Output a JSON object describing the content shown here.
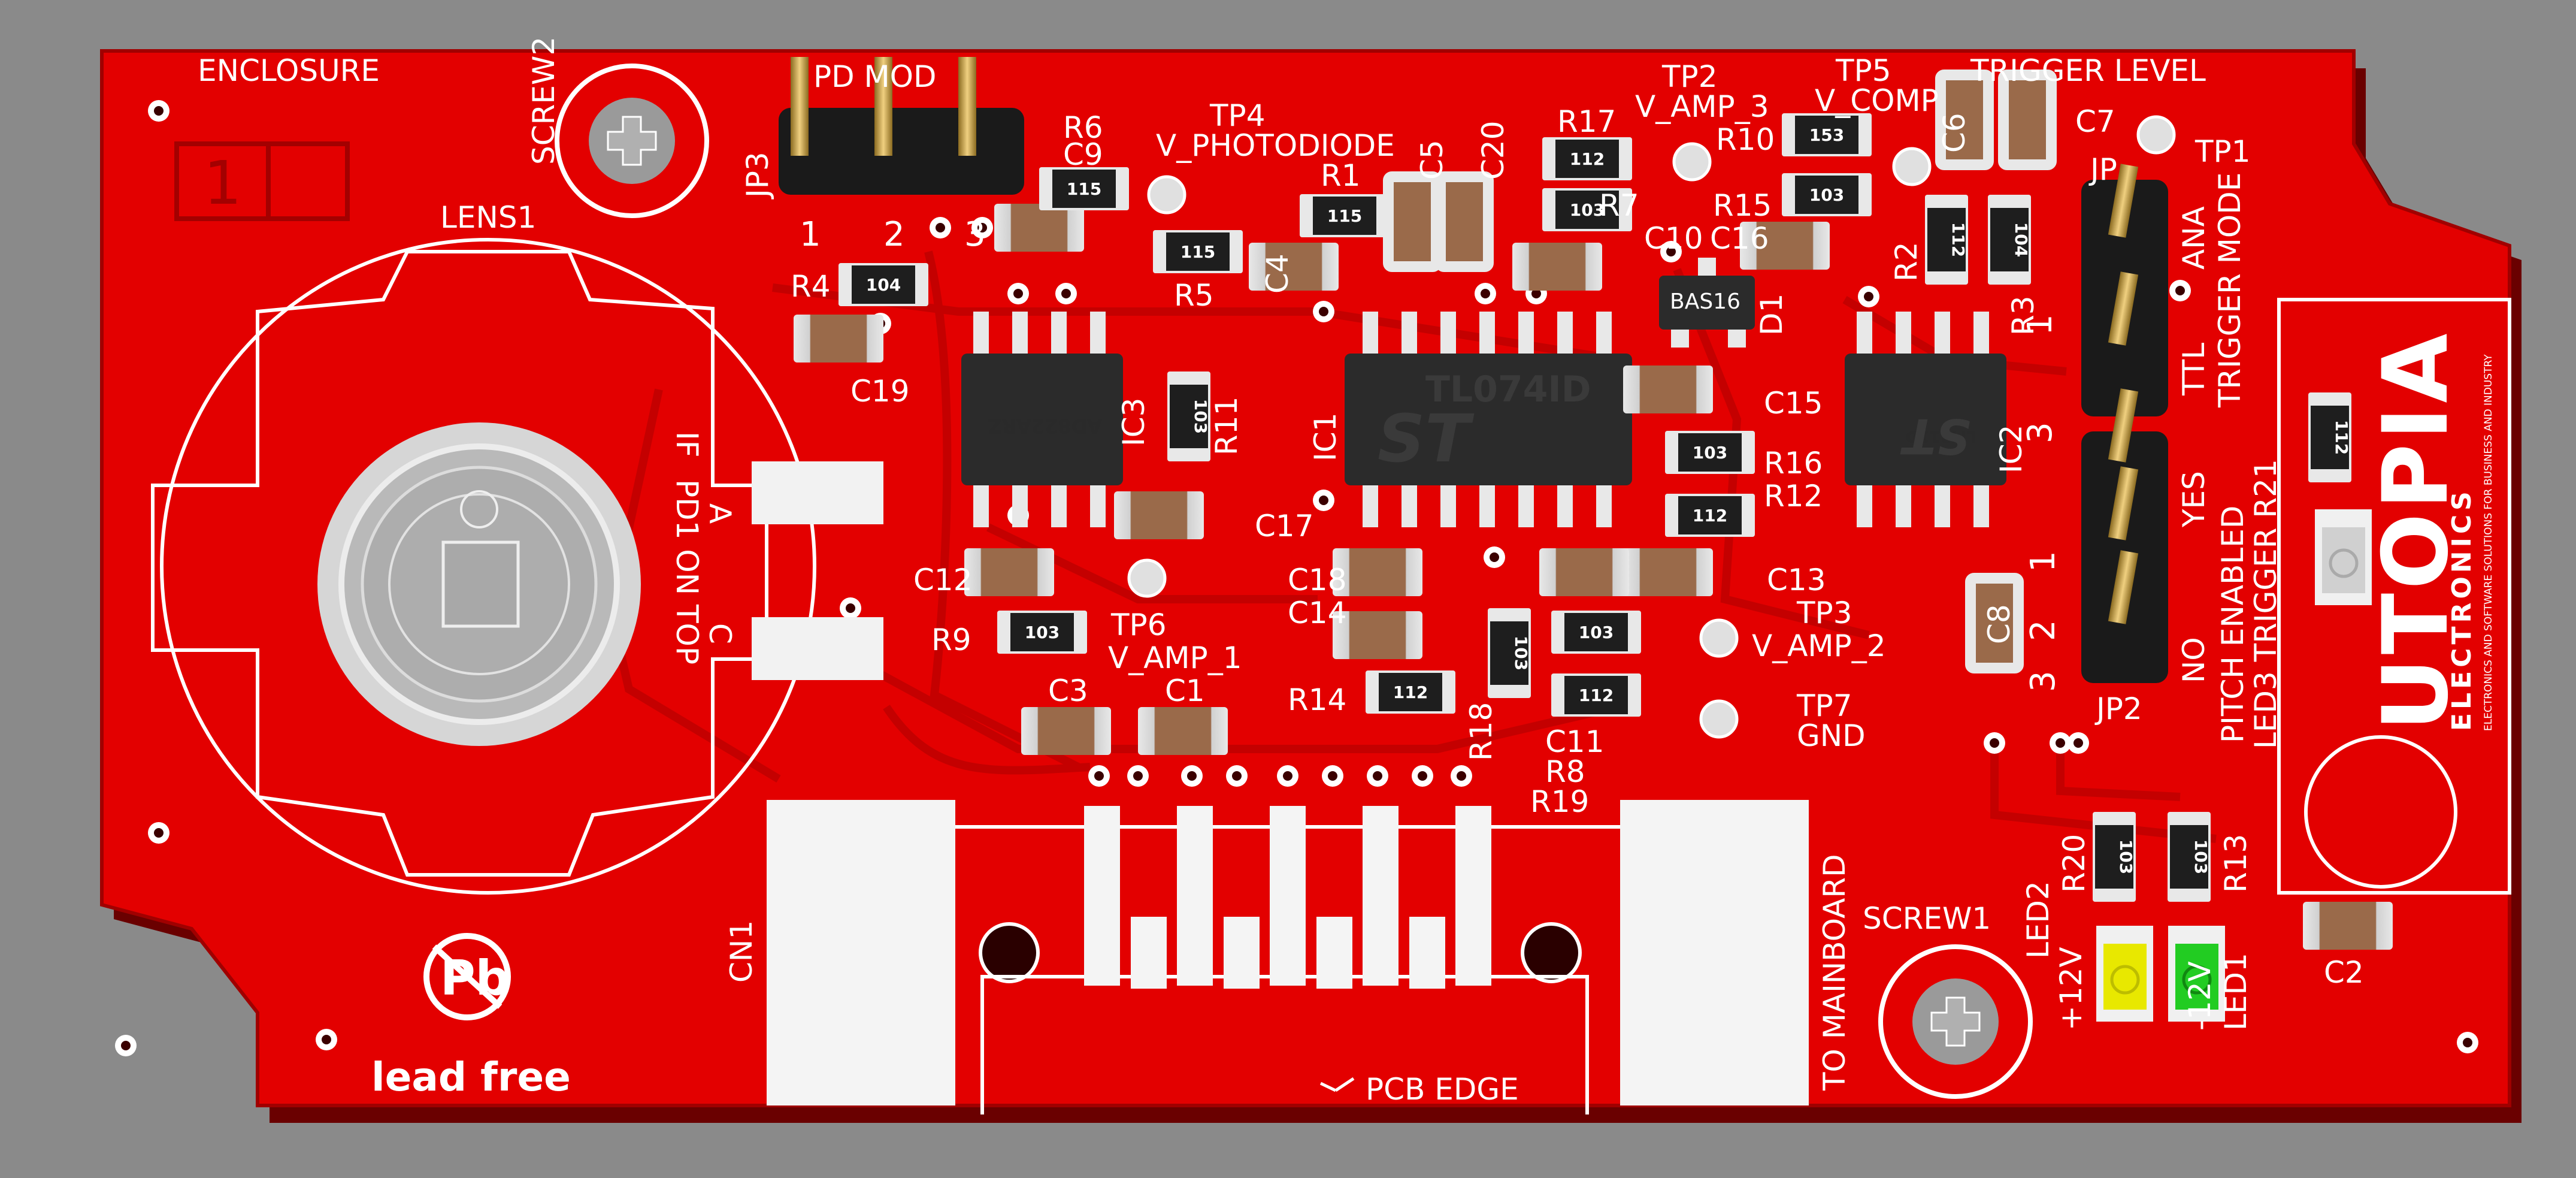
{
  "colors": {
    "background": "#8a8a8a",
    "board": "#e30000",
    "board_edge": "#7a0000",
    "trace": "#c80000",
    "silkscreen": "#ffffff",
    "ic_body": "#2b2b2b",
    "resistor_body": "#1e1e1e",
    "capacitor_body": "#9a6a4a",
    "pad": "#f2f2f2",
    "header_pin": "#c9a04a",
    "led_yellow": "#e8e800",
    "led_green": "#22cc22"
  },
  "labels": {
    "enclosure": "ENCLOSURE",
    "screw2": "SCREW2",
    "screw1": "SCREW1",
    "jp3": "JP3",
    "jp3_pin1": "1",
    "jp3_pin2": "2",
    "jp3_pin3": "3",
    "pd_mod": "PD MOD",
    "lens1": "LENS1",
    "r6": "R6",
    "c9": "C9",
    "tp4": "TP4",
    "v_photodiode": "V_PHOTODIODE",
    "r1": "R1",
    "c5": "C5",
    "c20": "C20",
    "r17": "R17",
    "tp2": "TP2",
    "v_amp_3": "V_AMP_3",
    "r10": "R10",
    "tp5": "TP5",
    "v_comp": "V_COMP",
    "c6": "C6",
    "trigger_level": "TRIGGER LEVEL",
    "c7": "C7",
    "tp1": "TP1",
    "r7": "R7",
    "r15": "R15",
    "c10": "C10",
    "c16": "C16",
    "r2": "R2",
    "ana": "ANA",
    "trigger_mode": "TRIGGER MODE",
    "r4": "R4",
    "r5": "R5",
    "c4": "C4",
    "bas16": "BAS16",
    "d1": "D1",
    "r3": "R3",
    "ttl": "TTL",
    "c19": "C19",
    "ad822arz": "AD822ARZ",
    "ic3": "IC3",
    "r11": "R11",
    "ic1": "IC1",
    "tl074id": "TL074ID",
    "c15": "C15",
    "ic2": "IC2",
    "lm311d": "LM311D",
    "yes": "YES",
    "r16": "R16",
    "r12": "R12",
    "if": "IF",
    "pd1_on_top": "PD1 ON TOP",
    "pin_a": "A",
    "pin_c": "C",
    "c17": "C17",
    "c12": "C12",
    "c13": "C13",
    "c18": "C18",
    "c14": "C14",
    "r9": "R9",
    "tp6": "TP6",
    "v_amp_1": "V_AMP_1",
    "tp3": "TP3",
    "v_amp_2": "V_AMP_2",
    "c8": "C8",
    "no": "NO",
    "pitch_enabled": "PITCH ENABLED",
    "led3_trigger_r21": "LED3 TRIGGER R21",
    "jp2": "JP2",
    "jp2_pin1": "1",
    "jp2_pin2": "2",
    "jp2_pin3": "3",
    "jp1_pin1": "1",
    "jp1_pin2": "2",
    "jp1_pin3": "3",
    "c3": "C3",
    "c1": "C1",
    "r14": "R14",
    "r18": "R18",
    "c11": "C11",
    "r8": "R8",
    "r19": "R19",
    "tp7": "TP7",
    "gnd": "GND",
    "cn1": "CN1",
    "to_mainboard": "TO MAINBOARD",
    "pcb_edge": "PCB EDGE",
    "led2": "LED2",
    "r20": "R20",
    "r13": "R13",
    "plus_12v": "+12V",
    "minus_12v": "-12V",
    "led1": "LED1",
    "c2": "C2",
    "lead_free": "lead free",
    "pb": "Pb",
    "jp_marker": "JP",
    "box_1": "1"
  },
  "chip_codes": {
    "r6": "115",
    "r5": "115",
    "r1": "115",
    "r17": "112",
    "r10": "153",
    "r7": "103",
    "r15": "103",
    "r2": "112",
    "r3": "104",
    "r4": "104",
    "r11": "103",
    "r16": "103",
    "r12": "112",
    "r9": "103",
    "r14": "112",
    "r18": "103",
    "r8": "103",
    "r19": "112",
    "r20": "103",
    "r13": "103",
    "r21": "112"
  },
  "logo": {
    "brand": "UTOPIA",
    "sub": "ELECTRONICS",
    "tagline": "ELECTRONICS AND SOFTWARE SOLUTIONS FOR BUSINESS AND INDUSTRY"
  }
}
